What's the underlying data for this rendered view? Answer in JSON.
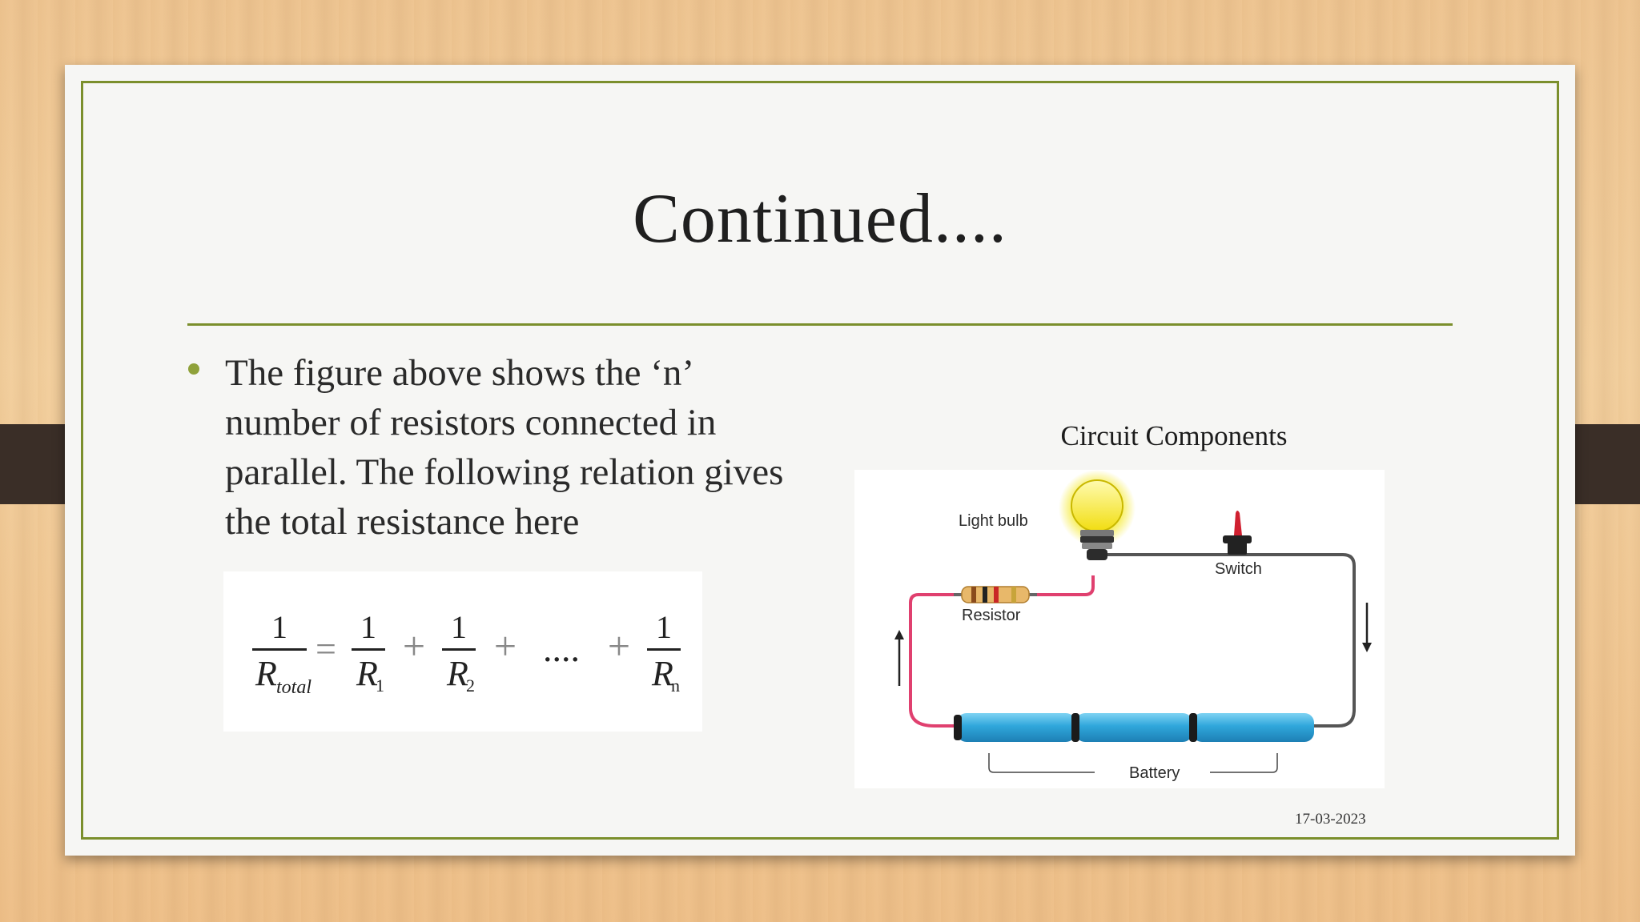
{
  "slide": {
    "title": "Continued....",
    "bullet": "The figure above shows the ‘n’ number of resistors connected in parallel. The following relation gives the total resistance here",
    "formula": {
      "one": "1",
      "r_total": "R",
      "total_sub": "total",
      "r": "R",
      "sub1": "1",
      "sub2": "2",
      "subn": "n",
      "equals": "=",
      "plus": "+",
      "ellipsis": "...."
    },
    "figure": {
      "caption": "Circuit Components",
      "labels": {
        "light_bulb": "Light bulb",
        "switch": "Switch",
        "resistor": "Resistor",
        "battery": "Battery"
      }
    },
    "date": "17-03-2023"
  },
  "colors": {
    "accent": "#7b8f2c",
    "bullet": "#8fa13a",
    "wire_red": "#e0406f",
    "wire_gray": "#555555",
    "battery_blue": "#3aa9dc",
    "bulb_yellow": "#f3e21a"
  }
}
